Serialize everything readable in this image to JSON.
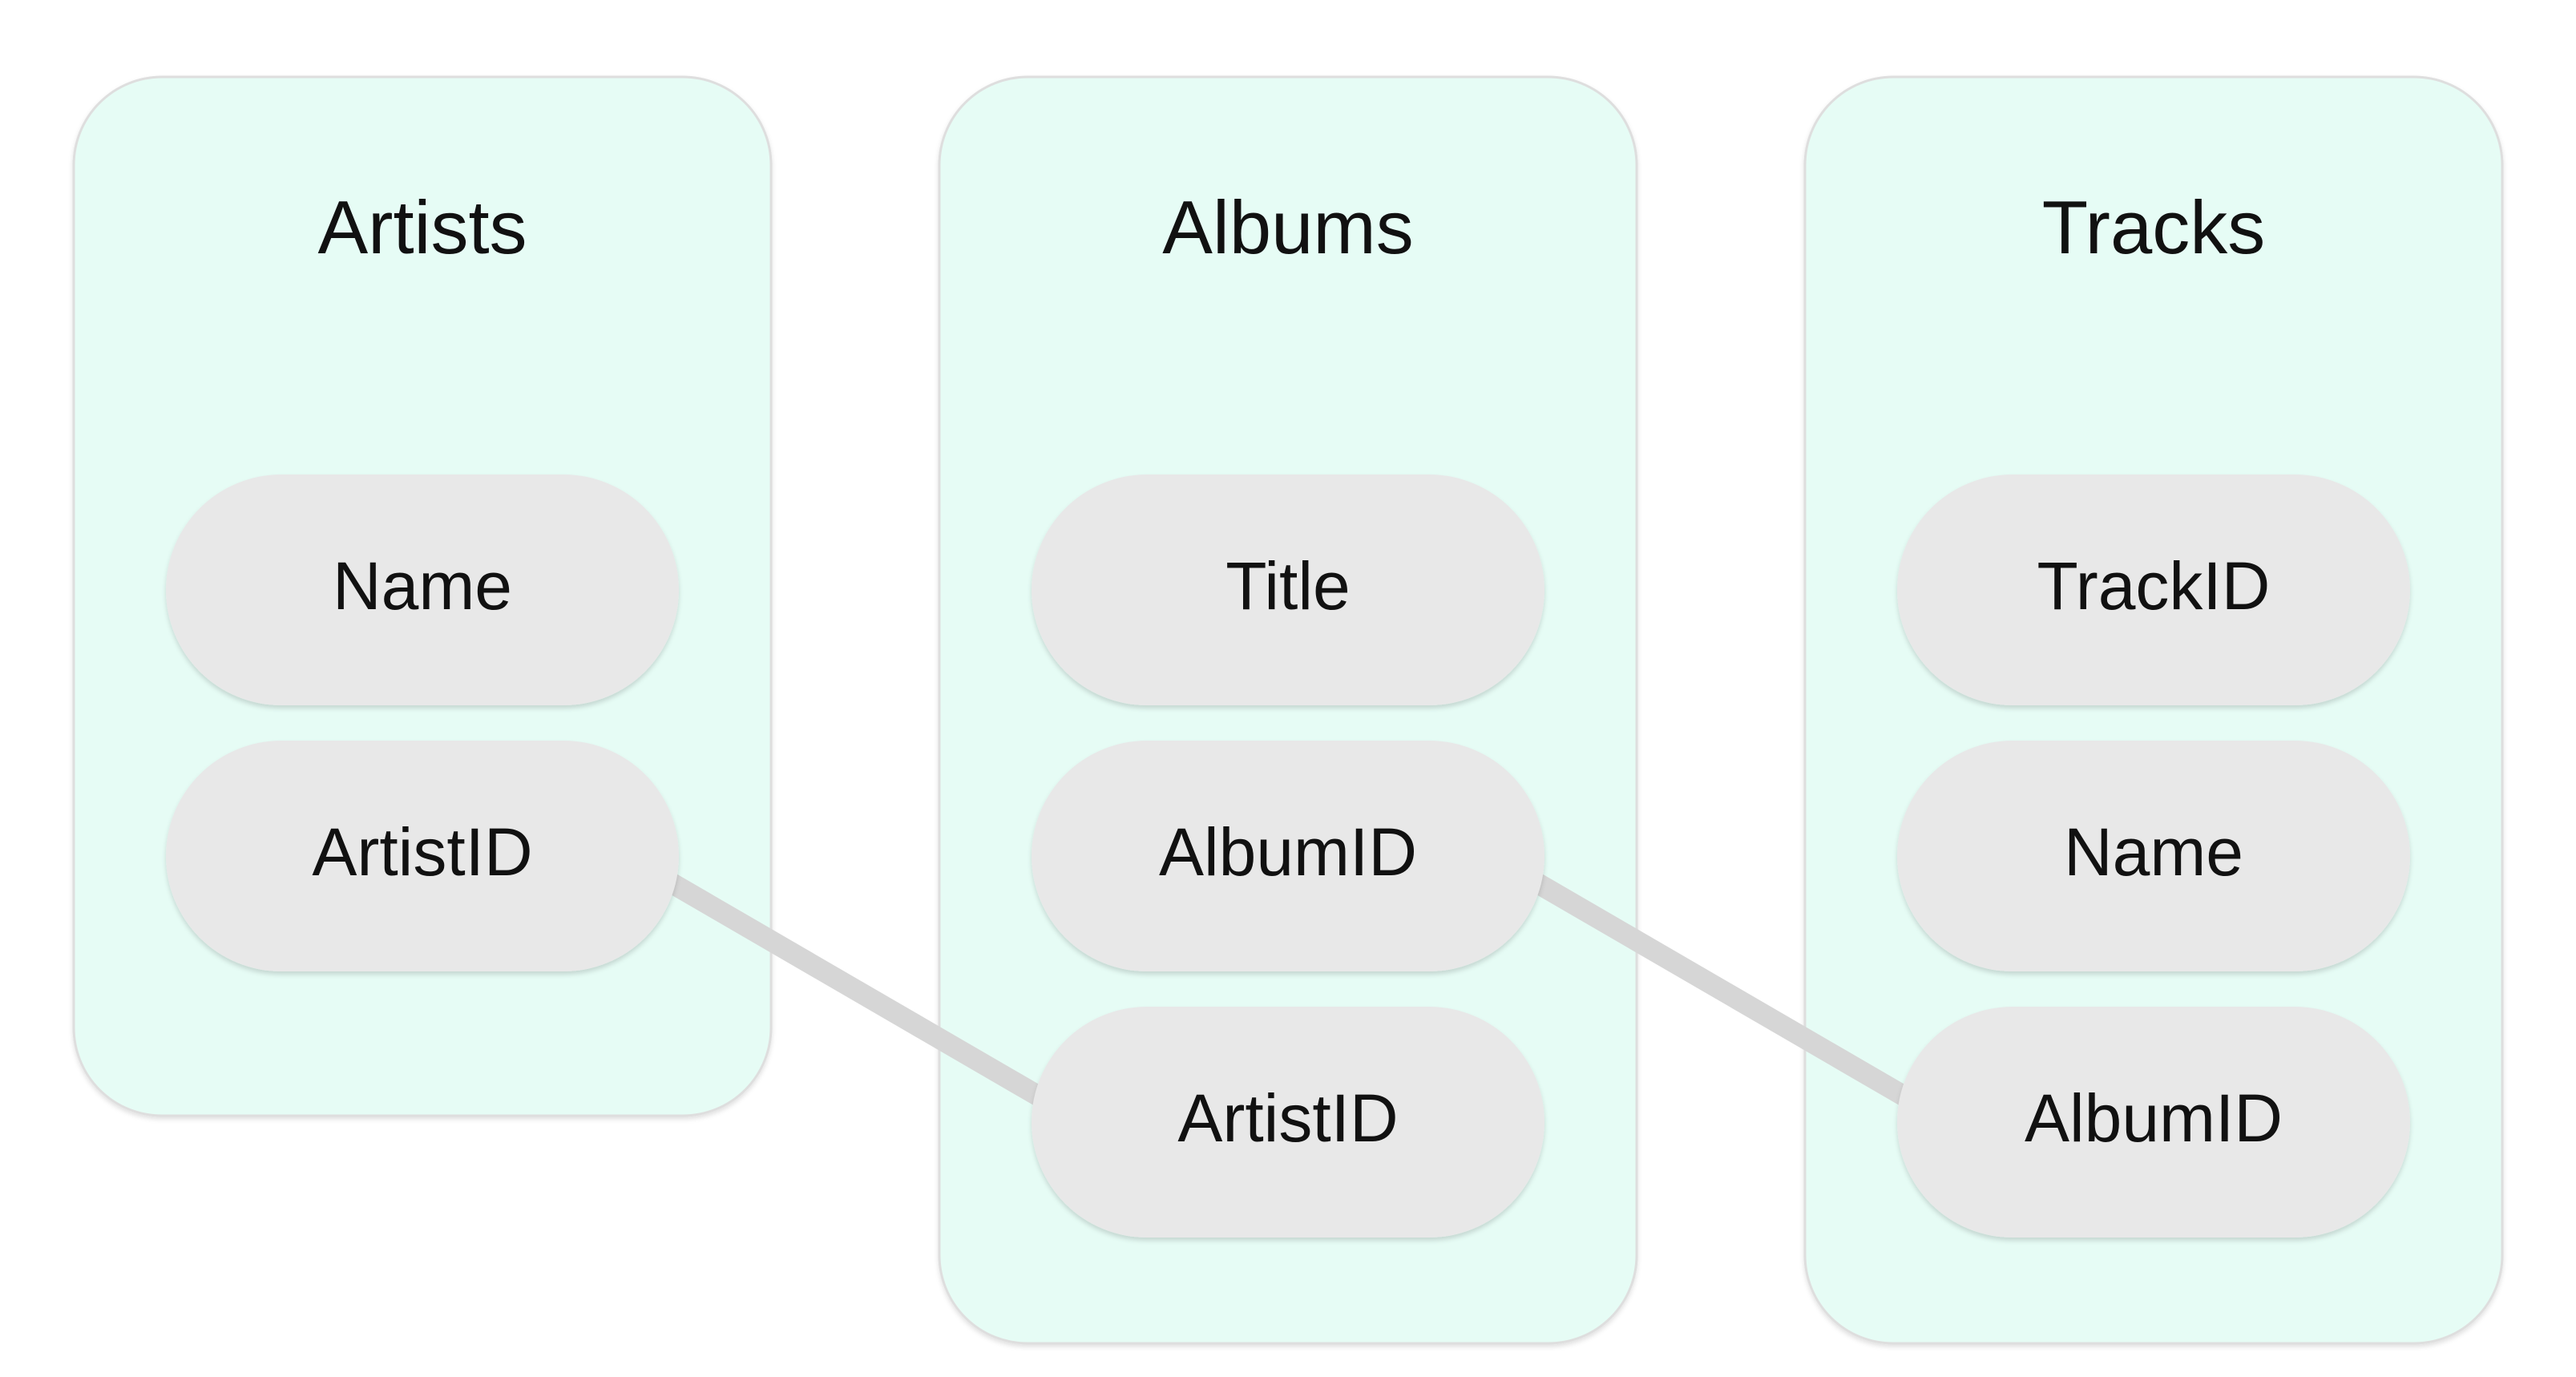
{
  "colors": {
    "table_fill": "#e6fcf5",
    "table_stroke": "#dedede",
    "field_fill": "#e8e8e8",
    "connector": "#d6d6d6",
    "text": "#111111"
  },
  "tables": [
    {
      "title": "Artists",
      "fields": [
        "Name",
        "ArtistID"
      ]
    },
    {
      "title": "Albums",
      "fields": [
        "Title",
        "AlbumID",
        "ArtistID"
      ]
    },
    {
      "title": "Tracks",
      "fields": [
        "TrackID",
        "Name",
        "AlbumID"
      ]
    }
  ],
  "relationships": [
    {
      "from": "Artists.ArtistID",
      "to": "Albums.ArtistID"
    },
    {
      "from": "Albums.AlbumID",
      "to": "Tracks.AlbumID"
    }
  ]
}
